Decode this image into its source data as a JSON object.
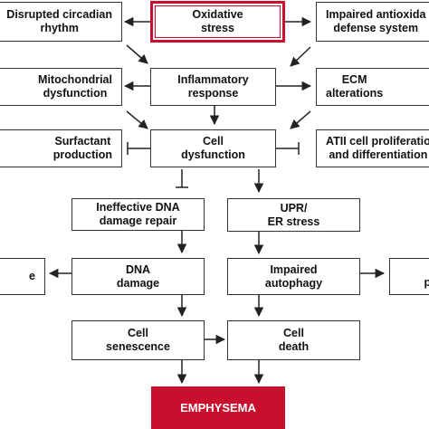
{
  "nodes": {
    "oxidative_stress": "Oxidative\nstress",
    "disrupted_circadian": "Disrupted circadian\nrhythm",
    "impaired_antioxidant": "Impaired antioxida\ndefense system",
    "mitochondrial": "Mitochondrial\ndysfunction",
    "inflammatory": "Inflammatory\nresponse",
    "ecm": "ECM\nalterations",
    "surfactant": "Surfactant\nproduction",
    "cell_dysfunction": "Cell\ndysfunction",
    "atii": "ATII cell proliferatio\nand differentiation",
    "ineffective_dna": "Ineffective DNA\ndamage repair",
    "upr": "UPR/\nER stress",
    "left_partial": "e",
    "dna_damage": "DNA\ndamage",
    "impaired_autophagy": "Impaired\nautophagy",
    "right_partial": "pr",
    "cell_senescence": "Cell\nsenescence",
    "cell_death": "Cell\ndeath",
    "emphysema": "EMPHYSEMA"
  },
  "colors": {
    "accent": "#c8102e",
    "line": "#222222"
  }
}
